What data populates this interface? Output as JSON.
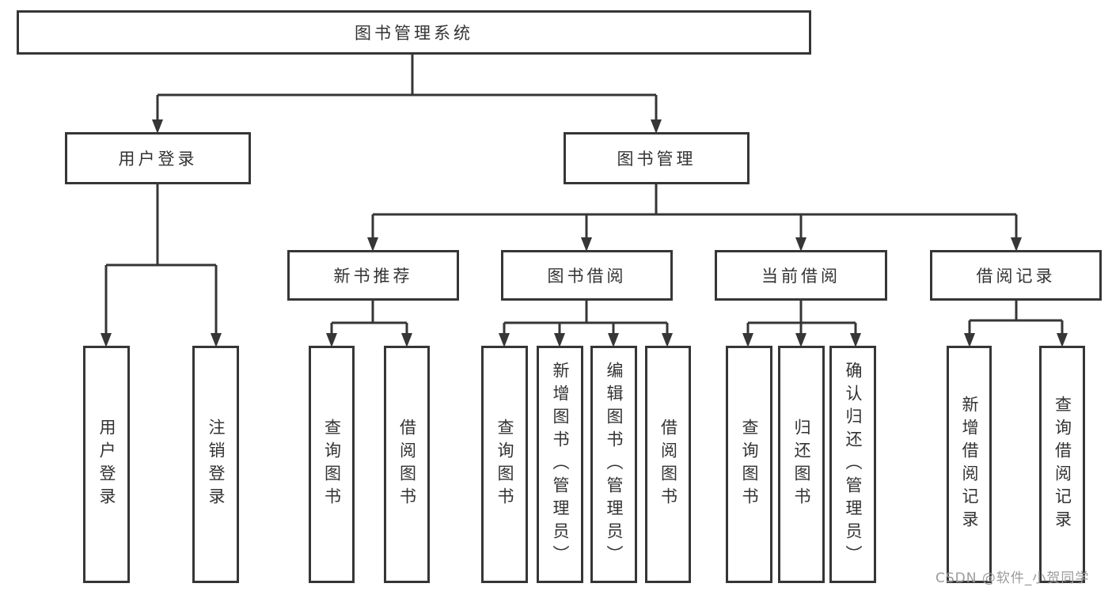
{
  "tree": {
    "label": "图书管理系统",
    "children": [
      {
        "label": "用户登录",
        "children": [
          {
            "label": "用户登录"
          },
          {
            "label": "注销登录"
          }
        ]
      },
      {
        "label": "图书管理",
        "children": [
          {
            "label": "新书推荐",
            "children": [
              {
                "label": "查询图书"
              },
              {
                "label": "借阅图书"
              }
            ]
          },
          {
            "label": "图书借阅",
            "children": [
              {
                "label": "查询图书"
              },
              {
                "label": "新增图书（管理员）"
              },
              {
                "label": "编辑图书（管理员）"
              },
              {
                "label": "借阅图书"
              }
            ]
          },
          {
            "label": "当前借阅",
            "children": [
              {
                "label": "查询图书"
              },
              {
                "label": "归还图书"
              },
              {
                "label": "确认归还（管理员）"
              }
            ]
          },
          {
            "label": "借阅记录",
            "children": [
              {
                "label": "新增借阅记录"
              },
              {
                "label": "查询借阅记录"
              }
            ]
          }
        ]
      }
    ]
  },
  "watermark": {
    "text": "CSDN @软件_小贺同学",
    "color": "#9b9b9b"
  },
  "colors": {
    "line": "#363636",
    "box_border": "#363636",
    "box_background": "#ffffff",
    "text": "#333333",
    "page_background": "#ffffff"
  }
}
